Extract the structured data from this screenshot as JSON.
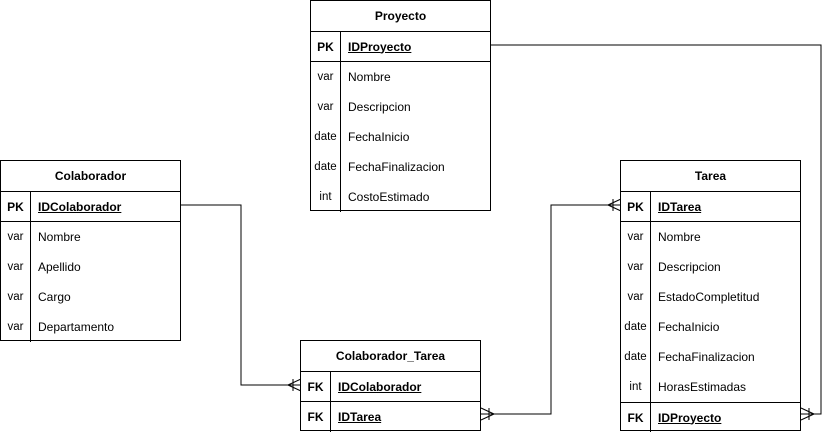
{
  "entities": {
    "proyecto": {
      "title": "Proyecto",
      "pk": {
        "type": "PK",
        "name": "IDProyecto"
      },
      "fields": [
        {
          "type": "var",
          "name": "Nombre"
        },
        {
          "type": "var",
          "name": "Descripcion"
        },
        {
          "type": "date",
          "name": "FechaInicio"
        },
        {
          "type": "date",
          "name": "FechaFinalizacion"
        },
        {
          "type": "int",
          "name": "CostoEstimado"
        }
      ]
    },
    "colaborador": {
      "title": "Colaborador",
      "pk": {
        "type": "PK",
        "name": "IDColaborador"
      },
      "fields": [
        {
          "type": "var",
          "name": "Nombre"
        },
        {
          "type": "var",
          "name": "Apellido"
        },
        {
          "type": "var",
          "name": "Cargo"
        },
        {
          "type": "var",
          "name": "Departamento"
        }
      ]
    },
    "colaborador_tarea": {
      "title": "Colaborador_Tarea",
      "keys": [
        {
          "type": "FK",
          "name": "IDColaborador"
        },
        {
          "type": "FK",
          "name": "IDTarea"
        }
      ]
    },
    "tarea": {
      "title": "Tarea",
      "pk": {
        "type": "PK",
        "name": "IDTarea"
      },
      "fields": [
        {
          "type": "var",
          "name": "Nombre"
        },
        {
          "type": "var",
          "name": "Descripcion"
        },
        {
          "type": "var",
          "name": "EstadoCompletitud"
        },
        {
          "type": "date",
          "name": "FechaInicio"
        },
        {
          "type": "date",
          "name": "FechaFinalizacion"
        },
        {
          "type": "int",
          "name": "HorasEstimadas"
        }
      ],
      "fk": {
        "type": "FK",
        "name": "IDProyecto"
      }
    }
  }
}
